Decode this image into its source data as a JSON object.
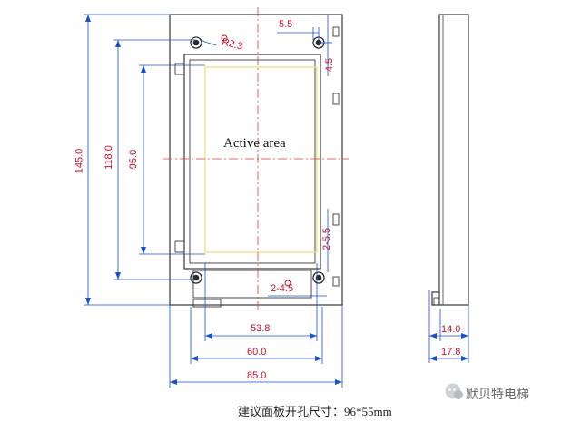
{
  "drawing": {
    "active_area_label": "Active area",
    "dimensions": {
      "outer_height": "145.0",
      "inner_height": "118.0",
      "active_height": "95.0",
      "corner_radius": "R2.3",
      "hole_offset_x": "5.5",
      "hole_offset_y": "4.5",
      "side_slot": "2-5.5",
      "bottom_holes": "2-4.5",
      "width_53": "53.8",
      "width_60": "60.0",
      "width_85": "85.0",
      "depth_14": "14.0",
      "depth_17": "17.8"
    },
    "caption": "建议面板开孔尺寸：96*55mm",
    "watermark": "默贝特电梯"
  },
  "colors": {
    "outline": "#3a3a3a",
    "dimension": "#c8102e",
    "centerline": "#d04040",
    "active_area": "#e8e070"
  }
}
